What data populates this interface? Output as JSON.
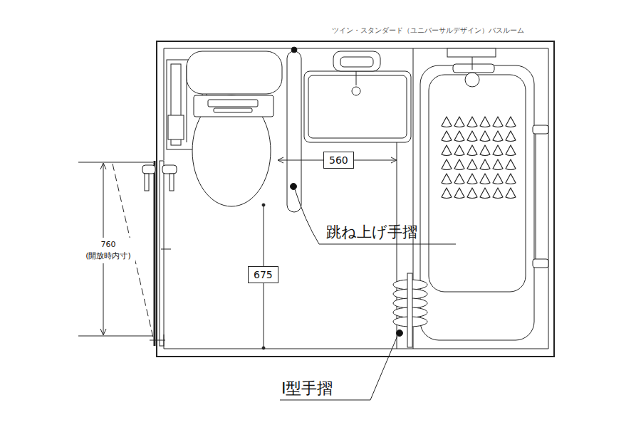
{
  "diagram": {
    "title": "ツイン・スタンダード（ユニバーサルデザイン）バスルーム",
    "nodes": [
      {
        "text": [
          "560"
        ]
      },
      {
        "text": [
          "675"
        ]
      }
    ],
    "labels": [
      "760 (開放時内寸)",
      "跳ね上げ手摺",
      "I型手摺"
    ]
  }
}
